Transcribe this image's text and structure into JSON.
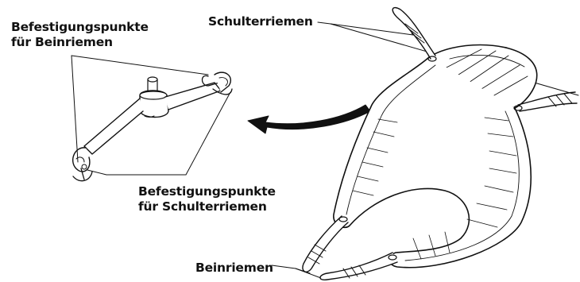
{
  "labels": {
    "leg_strap_points": {
      "line1": "Befestigungspunkte",
      "line2": "für Beinriemen"
    },
    "shoulder_straps": "Schulterriemen",
    "shoulder_strap_points": {
      "line1": "Befestigungspunkte",
      "line2": "für Schulterriemen"
    },
    "leg_straps": "Beinriemen"
  },
  "colors": {
    "ink": "#111111",
    "background": "#ffffff"
  }
}
